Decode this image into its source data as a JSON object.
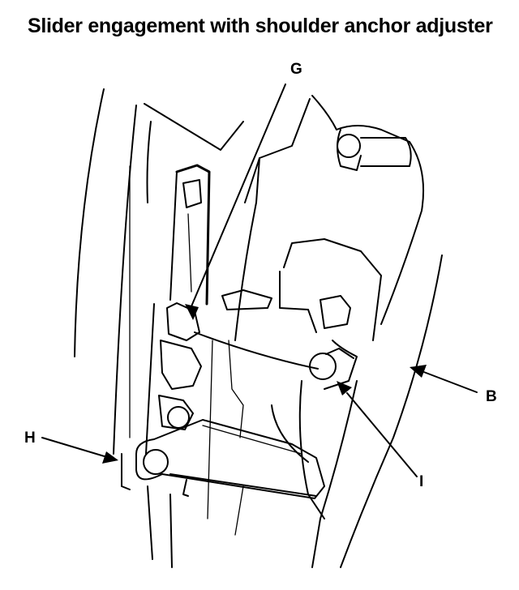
{
  "title": "Slider engagement with shoulder anchor adjuster",
  "callouts": {
    "g": "G",
    "b": "B",
    "h": "H",
    "i": "I"
  }
}
